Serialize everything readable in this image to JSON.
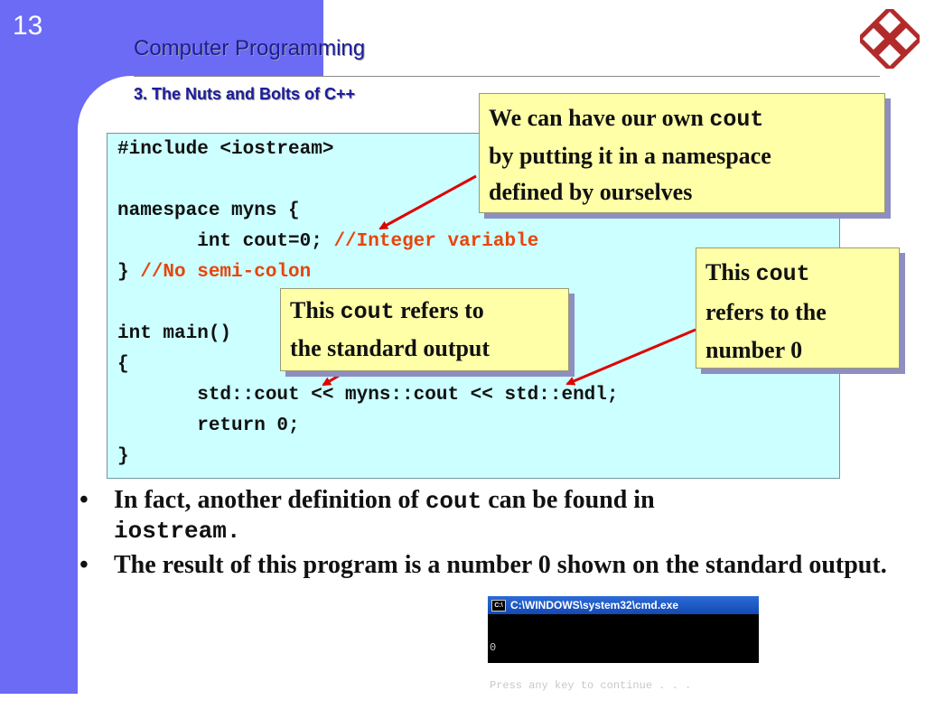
{
  "slide": {
    "number": "13",
    "course_title": "Computer Programming",
    "section_title": "3. The Nuts and Bolts of C++"
  },
  "code": {
    "lines": [
      {
        "code": "#include <iostream>",
        "comment": ""
      },
      {
        "code": "",
        "comment": ""
      },
      {
        "code": "namespace myns {",
        "comment": ""
      },
      {
        "code": "       int cout=0; ",
        "comment": "//Integer variable"
      },
      {
        "code": "} ",
        "comment": "//No semi-colon"
      },
      {
        "code": "",
        "comment": ""
      },
      {
        "code": "int main()",
        "comment": ""
      },
      {
        "code": "{",
        "comment": ""
      },
      {
        "code": "       std::cout << myns::cout << std::endl;",
        "comment": ""
      },
      {
        "code": "       return 0;",
        "comment": ""
      },
      {
        "code": "}",
        "comment": ""
      }
    ]
  },
  "callouts": {
    "own_cout": {
      "pre": "We can have our own ",
      "code": "cout",
      "line2": "by putting it in a namespace",
      "line3": "defined by ourselves"
    },
    "std_cout": {
      "pre": "This ",
      "code": "cout",
      "post": " refers to",
      "line2": "the standard output"
    },
    "myns_cout": {
      "pre": "This ",
      "code": "cout",
      "line2": "refers to the",
      "line3": "number 0"
    }
  },
  "bullets": {
    "first": {
      "pre": "In fact, another definition of ",
      "code": "cout",
      "post": " can be found in",
      "code2": "iostream."
    },
    "second": {
      "text": "The result of this program is a number 0 shown on the standard output."
    },
    "marker": "•"
  },
  "console": {
    "title": "C:\\WINDOWS\\system32\\cmd.exe",
    "icon_label": "C:\\",
    "output": [
      "0",
      "Press any key to continue . . ."
    ]
  },
  "colors": {
    "band": "#6b6bf5",
    "title": "#1c1c9c",
    "code_bg": "#ccffff",
    "comment": "#e8440a",
    "callout_bg": "#ffffa8",
    "arrow": "#e00000"
  }
}
